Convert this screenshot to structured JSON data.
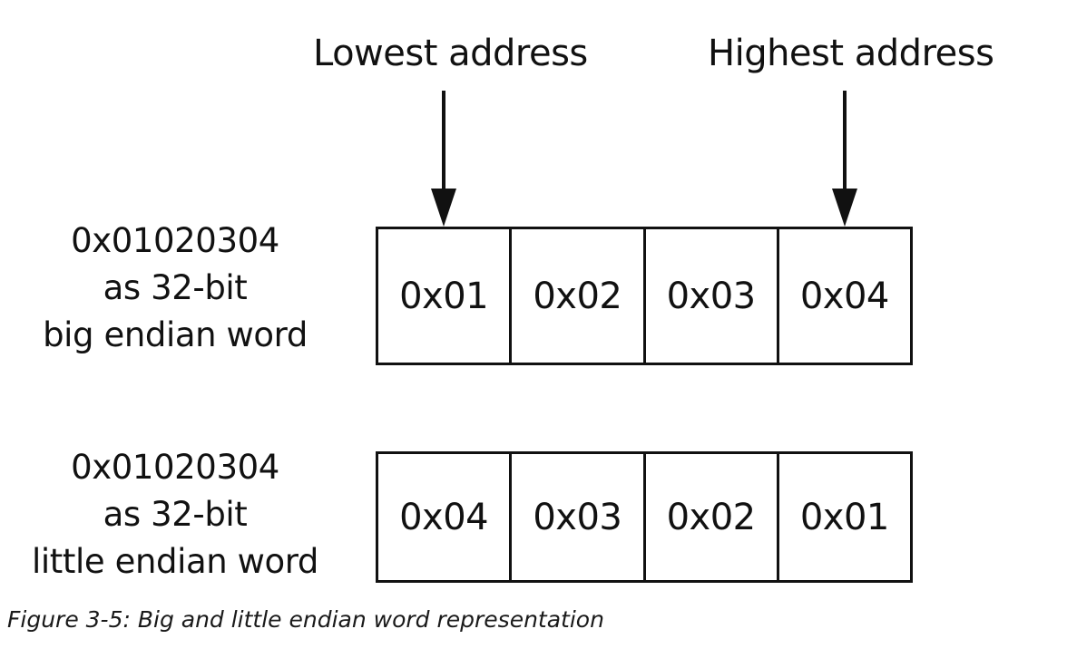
{
  "labels": {
    "lowest_address": "Lowest address",
    "highest_address": "Highest address"
  },
  "big_endian": {
    "label_lines": [
      "0x01020304",
      "as 32-bit",
      "big endian word"
    ],
    "bytes": [
      "0x01",
      "0x02",
      "0x03",
      "0x04"
    ]
  },
  "little_endian": {
    "label_lines": [
      "0x01020304",
      "as 32-bit",
      "little endian word"
    ],
    "bytes": [
      "0x04",
      "0x03",
      "0x02",
      "0x01"
    ]
  },
  "caption": "Figure 3-5: Big and little endian word representation"
}
